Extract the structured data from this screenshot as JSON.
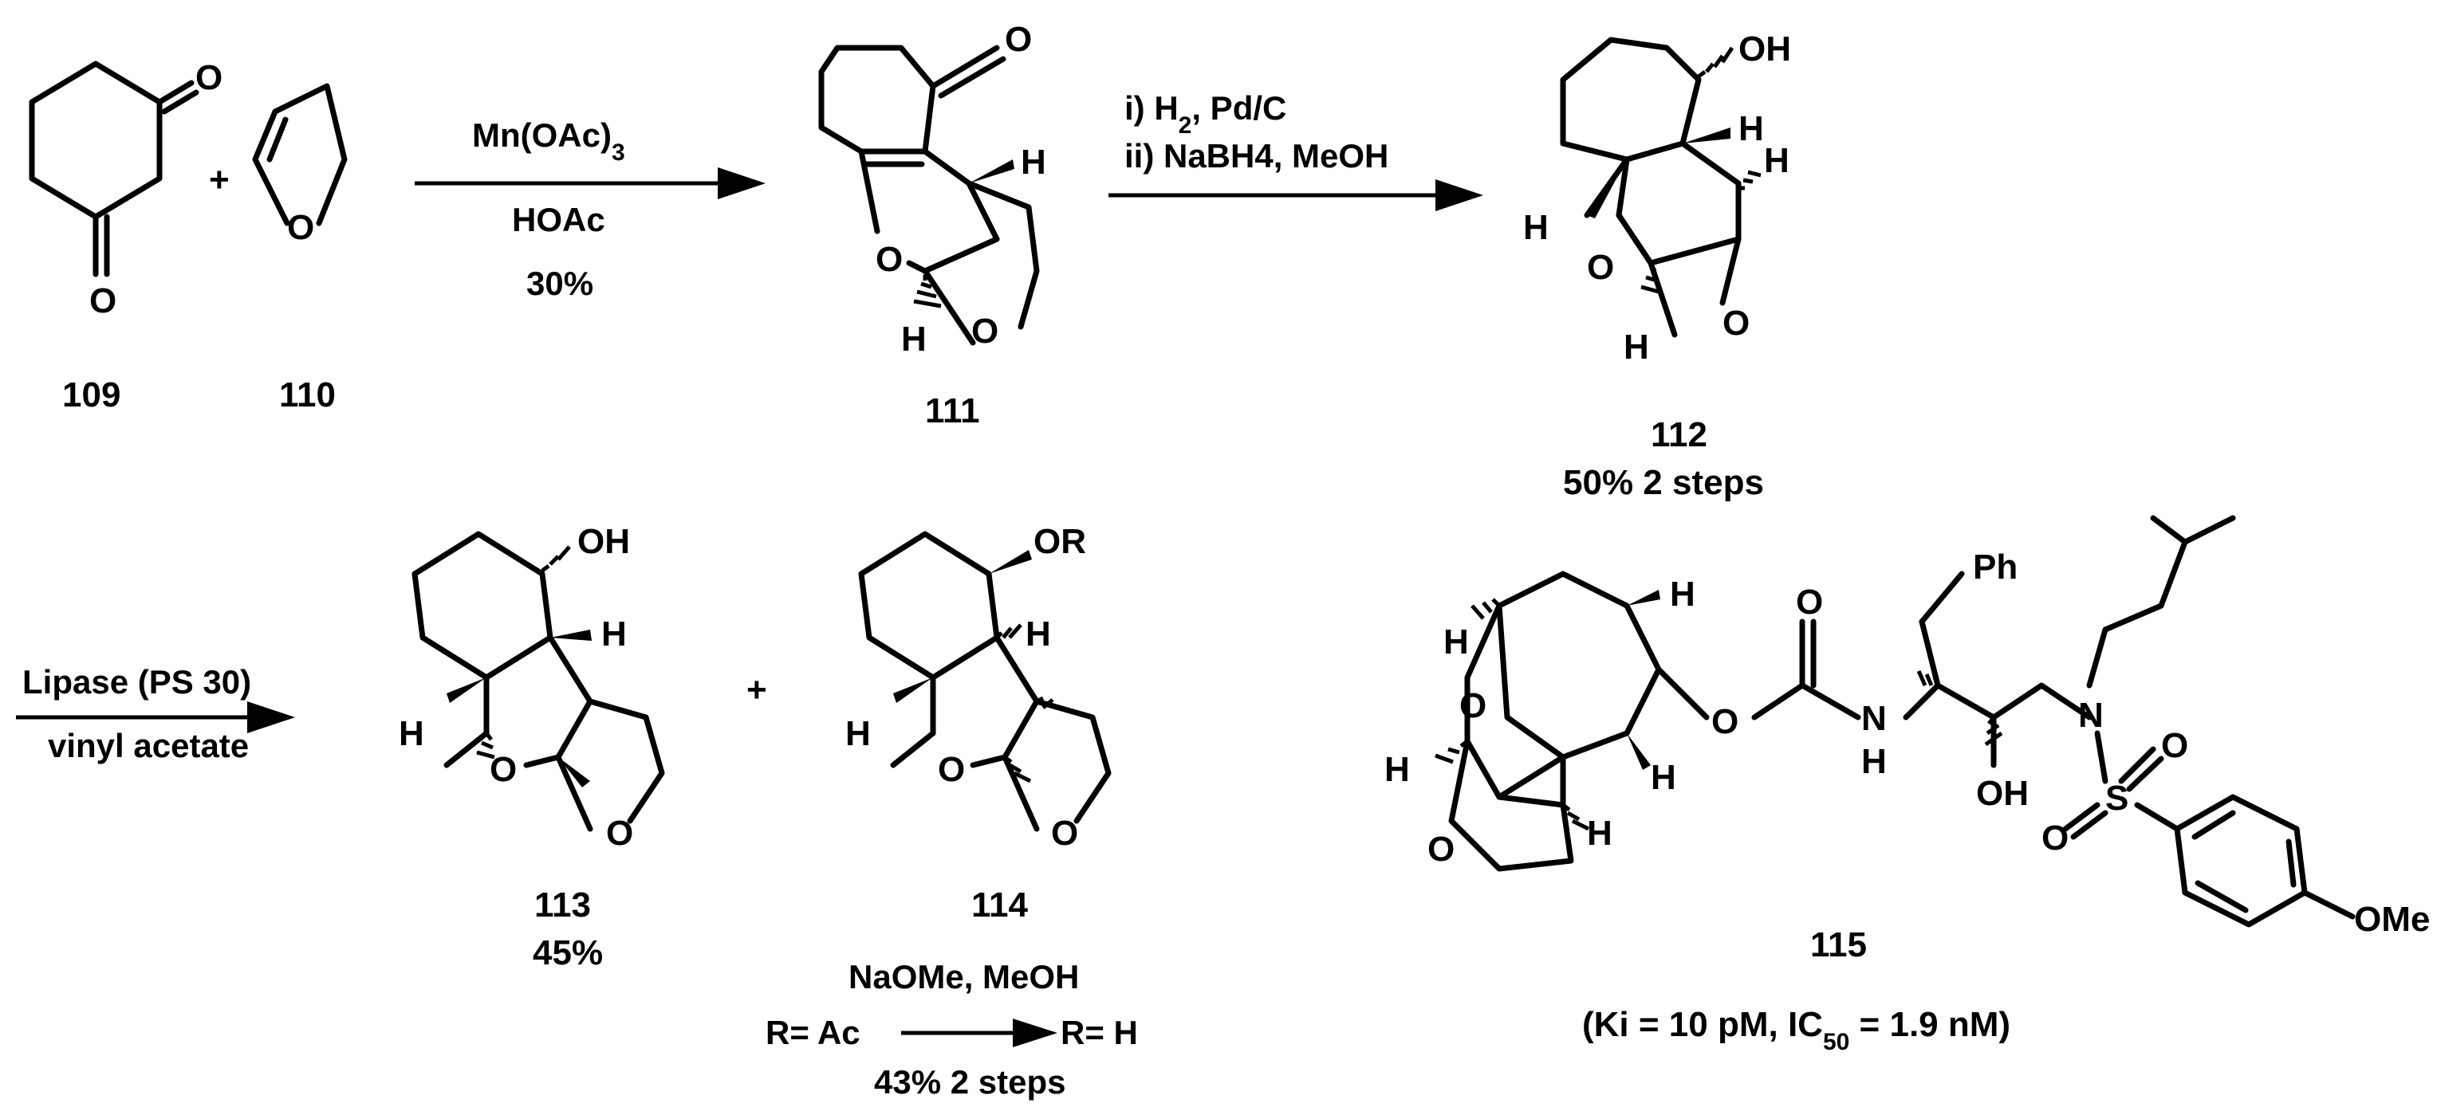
{
  "compounds": {
    "c109": {
      "label": "109"
    },
    "c110": {
      "label": "110"
    },
    "c111": {
      "label": "111"
    },
    "c112": {
      "label": "112",
      "yield": "50% 2 steps"
    },
    "c113": {
      "label": "113",
      "yield": "45%"
    },
    "c114": {
      "label": "114"
    },
    "c115": {
      "label": "115",
      "activity": "(Ki = 10 pM, IC50 = 1.9 nM)"
    }
  },
  "atoms": {
    "O": "O",
    "H": "H",
    "OH": "OH",
    "OR": "OR",
    "N": "N",
    "S": "S",
    "Ph": "Ph",
    "OMe": "OMe"
  },
  "plus": "+",
  "step1": {
    "reagent": "Mn(OAc)3",
    "solvent": "HOAc",
    "yield": "30%"
  },
  "step2": {
    "reagent_i": "i) H2, Pd/C",
    "reagent_ii": "ii) NaBH4, MeOH"
  },
  "step3": {
    "reagent": "Lipase (PS 30)",
    "solvent": "vinyl acetate"
  },
  "step4": {
    "reagent": "NaOMe, MeOH",
    "from": "R= Ac",
    "to": "R= H",
    "yield": "43% 2 steps"
  }
}
